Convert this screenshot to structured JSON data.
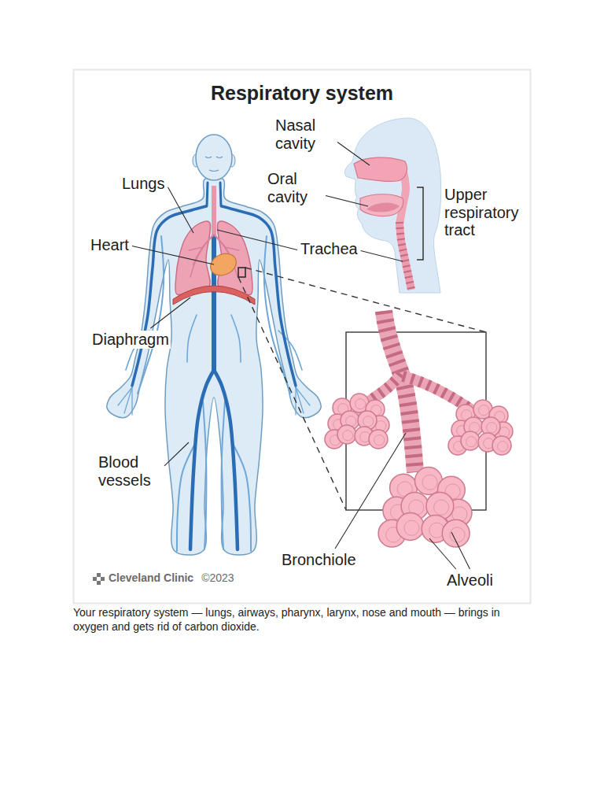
{
  "diagram": {
    "title": "Respiratory system",
    "caption": "Your respiratory system — lungs, airways, pharynx, larynx, nose and mouth — brings in oxygen and gets rid of carbon dioxide.",
    "labels": [
      "Nasal cavity",
      "Lungs",
      "Oral cavity",
      "Upper respiratory tract",
      "Heart",
      "Trachea",
      "Diaphragm",
      "Blood vessels",
      "Bronchiole",
      "Alveoli",
      "Cleveland Clinic",
      "©2023"
    ]
  }
}
